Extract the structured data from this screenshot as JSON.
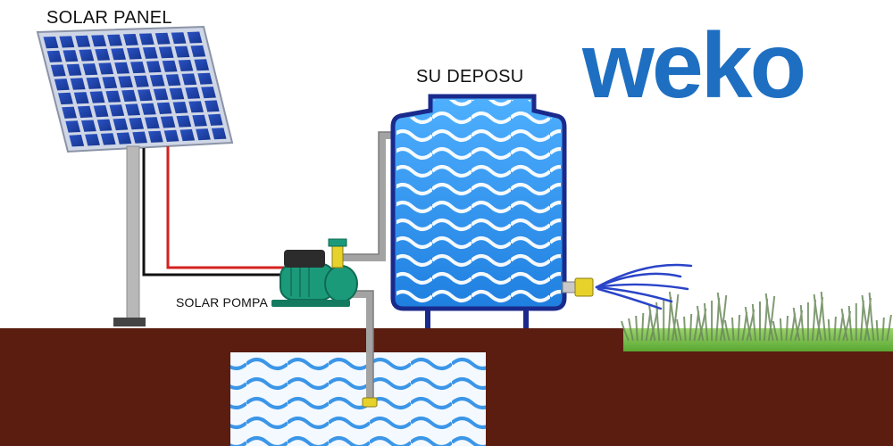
{
  "labels": {
    "solar_panel": "SOLAR PANEL",
    "water_tank": "SU DEPOSU",
    "solar_pump": "SOLAR POMPA"
  },
  "brand": {
    "name": "weko",
    "color": "#1e6fc1"
  },
  "colors": {
    "ground": "#5b1d10",
    "grass": "#6fbf3a",
    "panel_cell": "#1d3fa6",
    "tank_outline": "#1a2a8c",
    "water": "#2b8fea",
    "pump": "#1b9a7a",
    "positive_wire": "#d62020",
    "negative_wire": "#111111",
    "pipe": "#a3a3a3",
    "fitting": "#e6d22a"
  }
}
